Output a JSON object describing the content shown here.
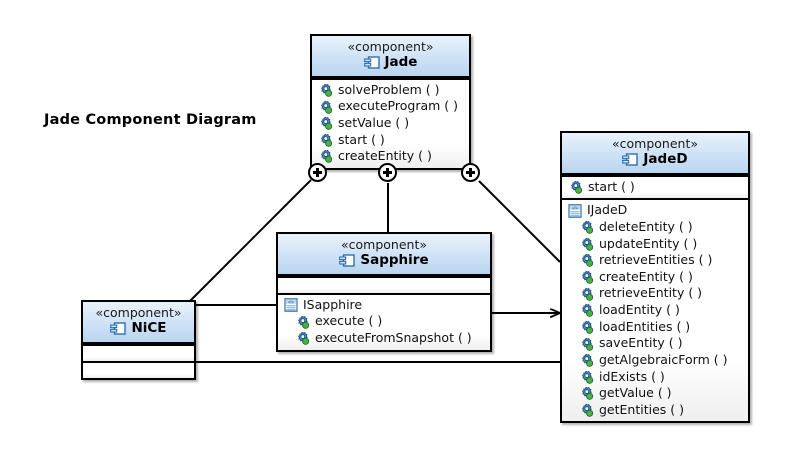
{
  "diagram": {
    "title": "Jade Component Diagram",
    "stereotype": "«component»",
    "icons": {
      "component": "component-icon",
      "method": "method-icon",
      "interface": "interface-icon",
      "connector": "plus-connector-icon"
    }
  },
  "components": {
    "jade": {
      "stereotype": "«component»",
      "name": "Jade",
      "operations": [
        "solveProblem ( )",
        "executeProgram ( )",
        "setValue ( )",
        "start ( )",
        "createEntity ( )"
      ]
    },
    "sapphire": {
      "stereotype": "«component»",
      "name": "Sapphire",
      "operations": [],
      "interface": {
        "name": "ISapphire",
        "operations": [
          "execute ( )",
          "executeFromSnapshot ( )"
        ]
      }
    },
    "nice": {
      "stereotype": "«component»",
      "name": "NiCE",
      "operations": []
    },
    "jaded": {
      "stereotype": "«component»",
      "name": "JadeD",
      "operations": [
        "start ( )"
      ],
      "interface": {
        "name": "IJadeD",
        "operations": [
          "deleteEntity ( )",
          "updateEntity ( )",
          "retrieveEntities ( )",
          "createEntity ( )",
          "retrieveEntity ( )",
          "loadEntity ( )",
          "loadEntities ( )",
          "saveEntity ( )",
          "getAlgebraicForm ( )",
          "idExists ( )",
          "getValue ( )",
          "getEntities ( )"
        ]
      }
    }
  },
  "connectors": {
    "ports": [
      {
        "name": "jade-port-left",
        "label": "+"
      },
      {
        "name": "jade-port-middle",
        "label": "+"
      },
      {
        "name": "jade-port-right",
        "label": "+"
      }
    ]
  },
  "colors": {
    "header_top": "#e9f2fb",
    "header_bottom": "#b9d5ef",
    "border": "#000000",
    "body": "#ffffff",
    "method_gear": "#3a7cc0",
    "method_ball": "#4bb04b",
    "interface_icon": "#3a7cc0"
  }
}
